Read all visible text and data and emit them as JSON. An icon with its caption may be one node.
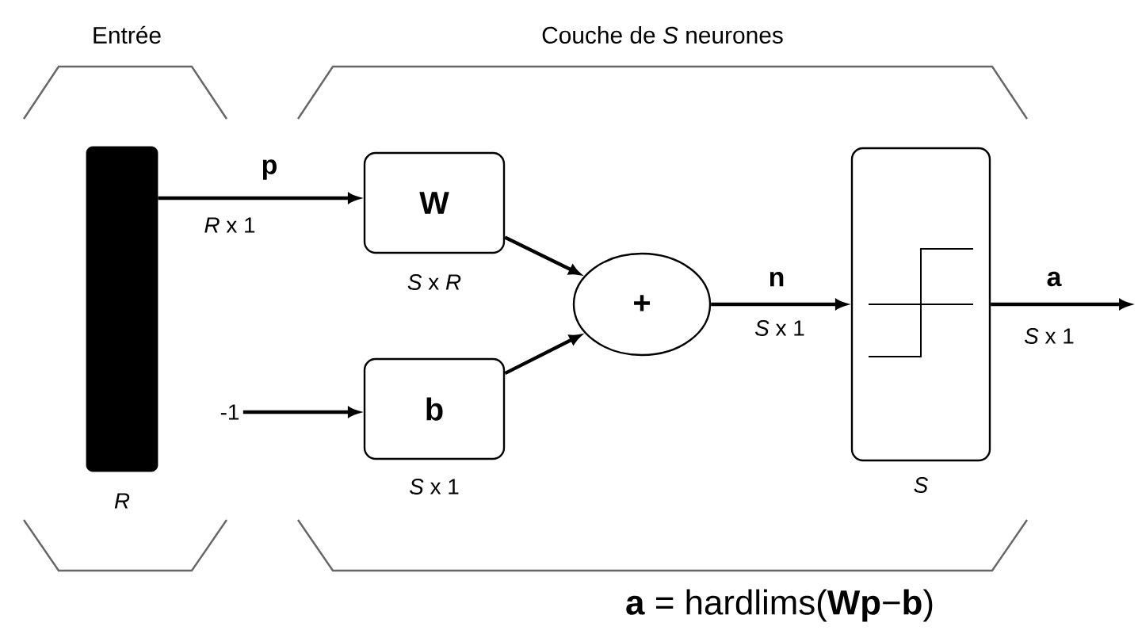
{
  "diagram": {
    "nodes": [
      {
        "text": [],
        "shape": "bar",
        "beside": [
          "R"
        ]
      },
      {
        "text": [
          "W"
        ],
        "beside": [
          "*S* x *R*"
        ]
      },
      {
        "text": [
          "b"
        ],
        "beside": [
          "*S* x 1"
        ]
      },
      {
        "text": [
          "+"
        ]
      },
      {
        "text": [],
        "shape": "box",
        "beside": [
          "S"
        ]
      },
      {
        "text": [
          "-1"
        ]
      }
    ],
    "edges": [
      {
        "from": 0,
        "to": 1,
        "arrow": "to",
        "label": "p"
      },
      {
        "from": 5,
        "to": 2,
        "arrow": "to"
      },
      {
        "from": 1,
        "to": 3,
        "arrow": "to"
      },
      {
        "from": 2,
        "to": 3,
        "arrow": "to"
      },
      {
        "from": 3,
        "to": 4,
        "arrow": "to",
        "label": "n"
      },
      {
        "from": 4,
        "to": null,
        "arrow": "to",
        "label": "a"
      }
    ],
    "labels": [
      "Entrée",
      "Couche de *S* neurones",
      "*R* x 1",
      "*S* x 1",
      "*S* x 1",
      "**a** = hardlims(**Wp**−**b**)"
    ]
  }
}
